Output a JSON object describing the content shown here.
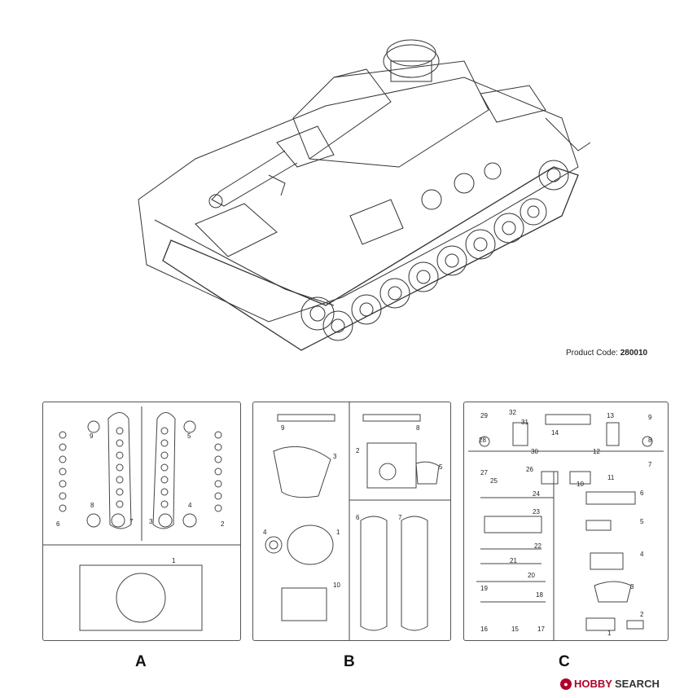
{
  "product": {
    "label": "Product Code:",
    "code": "280010"
  },
  "sprues": [
    {
      "letter": "A",
      "parts": [
        "1",
        "2",
        "3",
        "4",
        "5",
        "6",
        "7",
        "8",
        "9"
      ]
    },
    {
      "letter": "B",
      "parts": [
        "1",
        "2",
        "3",
        "4",
        "5",
        "6",
        "7",
        "8",
        "9",
        "10"
      ]
    },
    {
      "letter": "C",
      "parts": [
        "1",
        "2",
        "3",
        "4",
        "5",
        "6",
        "7",
        "8",
        "9",
        "10",
        "11",
        "12",
        "13",
        "14",
        "15",
        "16",
        "17",
        "18",
        "19",
        "20",
        "21",
        "22",
        "23",
        "24",
        "25",
        "26",
        "27",
        "28",
        "29",
        "30",
        "31",
        "32"
      ]
    }
  ],
  "watermark": {
    "brand_red": "HOBBY",
    "brand_dark": "SEARCH",
    "icon": "hobbysearch-logo-icon",
    "color": "#b0002a"
  }
}
